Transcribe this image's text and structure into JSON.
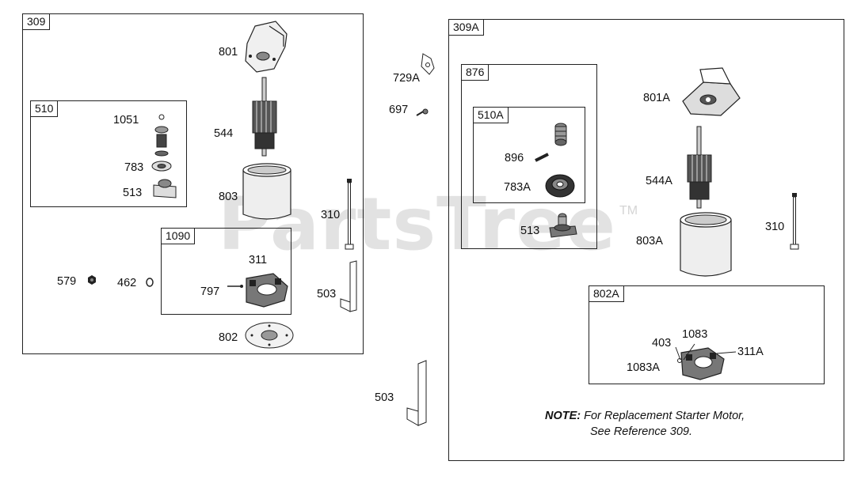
{
  "watermark": {
    "brand": "PartsTree",
    "trademark": "TM"
  },
  "groups": {
    "g309": "309",
    "g510": "510",
    "g1090": "1090",
    "g309A": "309A",
    "g876": "876",
    "g510A": "510A",
    "g802A": "802A"
  },
  "callouts": {
    "p801": "801",
    "p544": "544",
    "p803": "803",
    "p1051": "1051",
    "p783": "783",
    "p513": "513",
    "p311": "311",
    "p797": "797",
    "p579": "579",
    "p462": "462",
    "p310_left": "310",
    "p503_left": "503",
    "p802": "802",
    "p729A": "729A",
    "p697": "697",
    "p503_center": "503",
    "p896": "896",
    "p783A": "783A",
    "p513_right": "513",
    "p801A": "801A",
    "p544A": "544A",
    "p803A": "803A",
    "p310_right": "310",
    "p1083_top": "1083",
    "p403": "403",
    "p311A": "311A",
    "p1083A": "1083A"
  },
  "note": {
    "prefix": "NOTE:",
    "line1": " For Replacement Starter Motor,",
    "line2": "See Reference 309."
  }
}
